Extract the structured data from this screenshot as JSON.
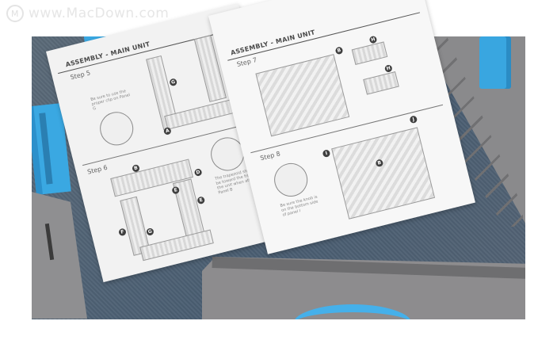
{
  "watermark": {
    "logo_icon": "M",
    "text": "www.MacDown.com"
  },
  "manual": {
    "left_page": {
      "heading": "ASSEMBLY - MAIN UNIT",
      "step5": {
        "title": "Step 5",
        "note": "Be sure to use the proper clip on Panel G",
        "labels": [
          "G",
          "A"
        ]
      },
      "step6": {
        "title": "Step 6",
        "note": "The trapezoid should be toward the front of the unit when attaching Panel B",
        "labels": [
          "B",
          "D",
          "E",
          "E",
          "F",
          "G"
        ]
      }
    },
    "right_page": {
      "heading": "ASSEMBLY - MAIN UNIT",
      "step7": {
        "title": "Step 7",
        "labels": [
          "B",
          "H",
          "H"
        ]
      },
      "step8": {
        "title": "Step 8",
        "note": "Be sure the knob is on the bottom side of panel I",
        "labels": [
          "I",
          "J",
          "B"
        ]
      }
    }
  },
  "colors": {
    "carpet": "#4f6275",
    "blue_parts": "#3aa8e2",
    "grey_parts": "#8d8c8e",
    "paper": "#f4f4f4"
  }
}
